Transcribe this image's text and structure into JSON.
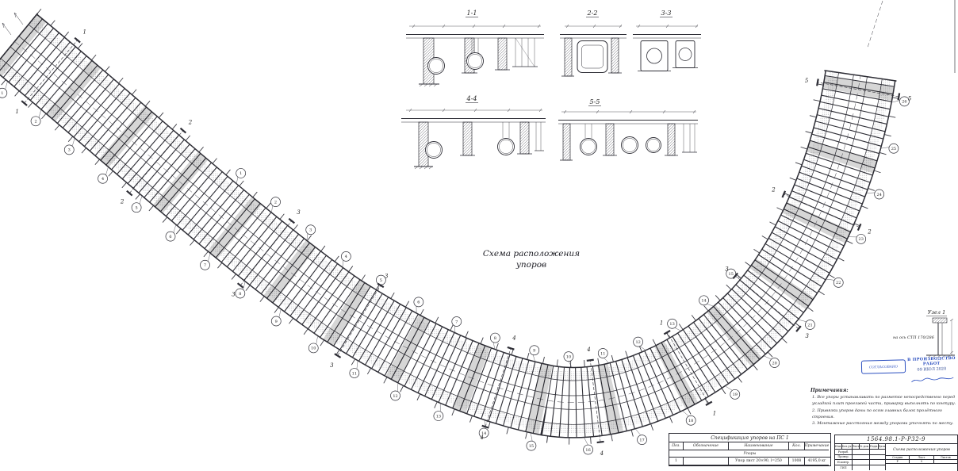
{
  "drawing": {
    "scheme_title_line1": "Схема расположения",
    "scheme_title_line2": "упоров",
    "sections": {
      "s11": "1-1",
      "s22": "2-2",
      "s33": "3-3",
      "s44": "4-4",
      "s55": "5-5"
    },
    "detail": {
      "title": "Узел 1",
      "note": "на ось СТП 170/286"
    }
  },
  "plan": {
    "outer_supports": [
      "1",
      "2",
      "3",
      "4",
      "5",
      "6",
      "7",
      "8",
      "9",
      "10",
      "11",
      "12",
      "13",
      "14",
      "15",
      "16",
      "17",
      "18",
      "19",
      "20",
      "21",
      "22",
      "23",
      "24",
      "25",
      "26"
    ],
    "inner_supports": [
      "1",
      "2",
      "3",
      "4",
      "5",
      "6",
      "7",
      "8",
      "9",
      "10",
      "11",
      "12",
      "13",
      "14",
      "15"
    ],
    "cut_markers": [
      {
        "label": "1",
        "s": 60
      },
      {
        "label": "2",
        "s": 235
      },
      {
        "label": "3",
        "s": 415
      },
      {
        "label": "3",
        "s": 560
      },
      {
        "label": "4",
        "s": 755
      },
      {
        "label": "4",
        "s": 880
      },
      {
        "label": "1",
        "s": 1005
      },
      {
        "label": "3",
        "s": 1135
      },
      {
        "label": "2",
        "s": 1270
      },
      {
        "label": "5",
        "s": 1430
      },
      {
        "label": "5",
        "s": 1532
      }
    ]
  },
  "notes": {
    "heading": "Примечания:",
    "items": [
      "Все упоры устанавливать по разметке непосредственно перед укладкой плит проезжей части, приварку выполнять по контуру.",
      "Привязки упоров даны по осям главных балок пролётного строения.",
      "Монтажные расстояния между упорами уточнять по месту."
    ]
  },
  "spec_table": {
    "title": "Спецификация упоров на ПС 1",
    "columns": [
      "Поз.",
      "Обозначение",
      "Наименование",
      "Кол.",
      "Примечание"
    ],
    "rows": [
      {
        "group": true,
        "pos": "",
        "doc": "",
        "name": "Упоры",
        "qty": "",
        "note": ""
      },
      {
        "group": false,
        "pos": "1",
        "doc": "",
        "name": "Упор лист 20×90, l=250",
        "qty": "1008",
        "note": "4195,0 кг"
      }
    ]
  },
  "title_block": {
    "code": "1564.98.1-Р-Р32-9",
    "doc_title": "Схема расположения упоров",
    "header_cells": [
      "Изм.",
      "Кол.уч.",
      "Лист",
      "№ док.",
      "Подп.",
      "Дата"
    ],
    "rows": [
      {
        "role": "Разраб."
      },
      {
        "role": "Провер."
      },
      {
        "role": "Н.контр."
      },
      {
        "role": "ГИП"
      }
    ],
    "stage_label": "Стадия",
    "sheet_label": "Лист",
    "sheets_label": "Листов",
    "stage": "Р",
    "sheet": "9",
    "sheets": ""
  },
  "stamps": {
    "approved": "СОГЛАСОВАНО",
    "production_line1": "В ПРОИЗВОДСТВО РАБОТ",
    "production_date": "09 ИЮЛ 2020"
  },
  "colors": {
    "line": "#2e2e36",
    "stamp_blue": "#2b4fc0"
  }
}
